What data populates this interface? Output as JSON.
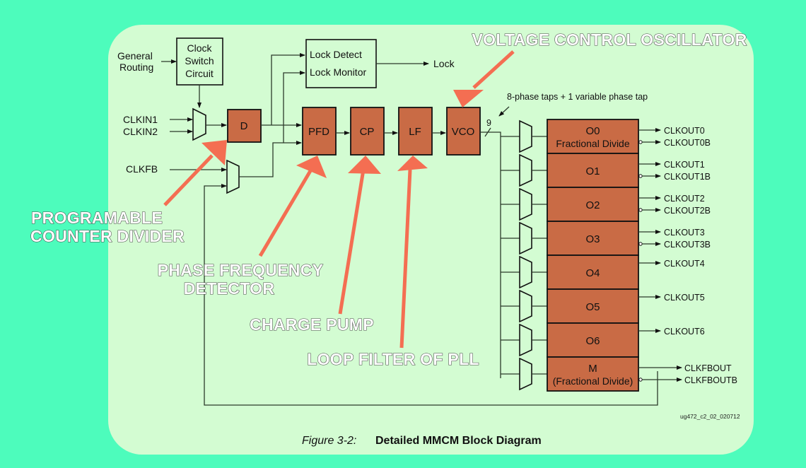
{
  "colors": {
    "background": "#4dfcbc",
    "panel": "#d3fcd2",
    "block_fill": "#c96b45",
    "annotation_arrow": "#f46e52"
  },
  "diagram": {
    "inputs": {
      "general_routing": [
        "General",
        "Routing"
      ],
      "clkin1": "CLKIN1",
      "clkin2": "CLKIN2",
      "clkfb": "CLKFB"
    },
    "clock_switch": [
      "Clock",
      "Switch",
      "Circuit"
    ],
    "lock_box": {
      "line1": "Lock Detect",
      "line2": "Lock Monitor",
      "output": "Lock"
    },
    "blocks": {
      "d": "D",
      "pfd": "PFD",
      "cp": "CP",
      "lf": "LF",
      "vco": "VCO"
    },
    "bus_width": "9",
    "tap_note": "8-phase taps + 1 variable phase tap",
    "output_counters": [
      {
        "name": "O0",
        "sub": "Fractional Divide",
        "outputs": [
          "CLKOUT0",
          "CLKOUT0B"
        ]
      },
      {
        "name": "O1",
        "sub": "",
        "outputs": [
          "CLKOUT1",
          "CLKOUT1B"
        ]
      },
      {
        "name": "O2",
        "sub": "",
        "outputs": [
          "CLKOUT2",
          "CLKOUT2B"
        ]
      },
      {
        "name": "O3",
        "sub": "",
        "outputs": [
          "CLKOUT3",
          "CLKOUT3B"
        ]
      },
      {
        "name": "O4",
        "sub": "",
        "outputs": [
          "CLKOUT4"
        ]
      },
      {
        "name": "O5",
        "sub": "",
        "outputs": [
          "CLKOUT5"
        ]
      },
      {
        "name": "O6",
        "sub": "",
        "outputs": [
          "CLKOUT6"
        ]
      },
      {
        "name": "M",
        "sub": "(Fractional Divide)",
        "outputs": [
          "CLKFBOUT",
          "CLKFBOUTB"
        ]
      }
    ],
    "doc_id": "ug472_c2_02_020712",
    "caption": {
      "label": "Figure 3-2:",
      "title": "Detailed MMCM Block Diagram"
    }
  },
  "annotations": {
    "vco": "VOLTAGE CONTROL OSCILLATOR",
    "divider": [
      "PROGRAMABLE",
      "COUNTER DIVIDER"
    ],
    "pfd": [
      "PHASE  FREQUENCY",
      "DETECTOR"
    ],
    "cp": "CHARGE PUMP",
    "lf": "LOOP FILTER OF PLL"
  }
}
